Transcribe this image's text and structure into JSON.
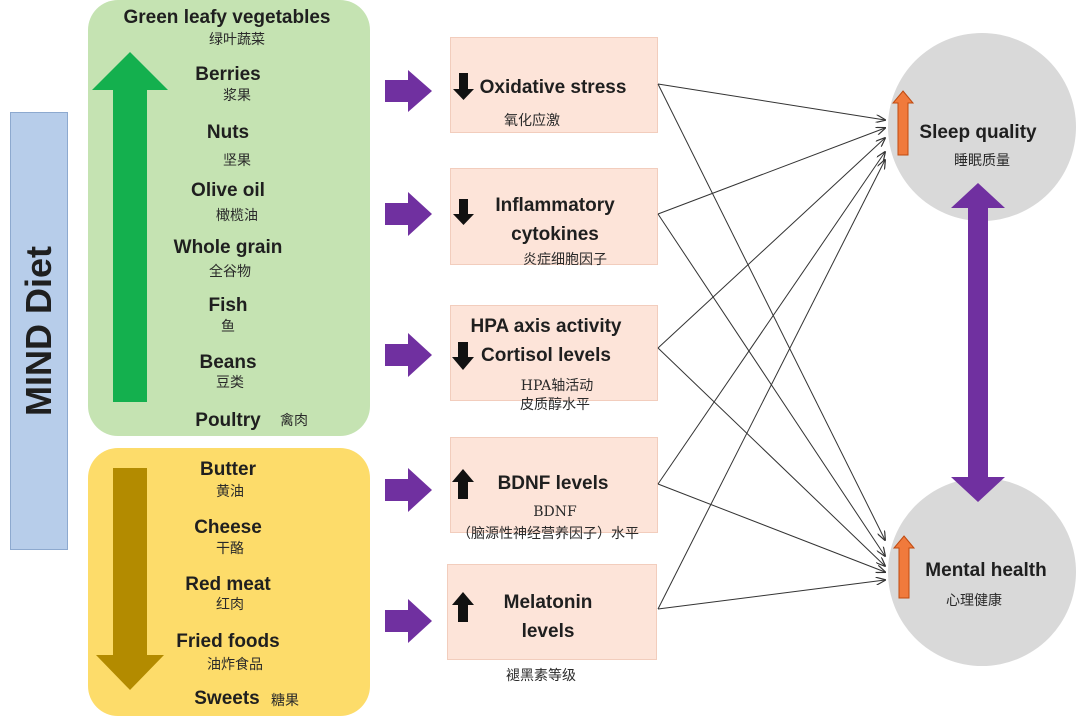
{
  "sidebar": {
    "label": "MIND Diet"
  },
  "foods": {
    "increase": [
      {
        "en": "Green leafy vegetables",
        "zh": "绿叶蔬菜"
      },
      {
        "en": "Berries",
        "zh": "浆果"
      },
      {
        "en": "Nuts",
        "zh": "坚果"
      },
      {
        "en": "Olive oil",
        "zh": "橄榄油"
      },
      {
        "en": "Whole grain",
        "zh": "全谷物"
      },
      {
        "en": "Fish",
        "zh": "鱼"
      },
      {
        "en": "Beans",
        "zh": "豆类"
      },
      {
        "en": "Poultry",
        "zh": "禽肉"
      }
    ],
    "decrease": [
      {
        "en": "Butter",
        "zh": "黄油"
      },
      {
        "en": "Cheese",
        "zh": "干酪"
      },
      {
        "en": "Red meat",
        "zh": "红肉"
      },
      {
        "en": "Fried foods",
        "zh": "油炸食品"
      },
      {
        "en": "Sweets",
        "zh": "糖果"
      }
    ]
  },
  "mechanisms": [
    {
      "direction": "down",
      "lines_en": [
        "Oxidative stress"
      ],
      "lines_zh": [
        "氧化应激"
      ]
    },
    {
      "direction": "down",
      "lines_en": [
        "Inflammatory",
        "cytokines"
      ],
      "lines_zh": [
        "炎症细胞因子"
      ]
    },
    {
      "direction": "down",
      "lines_en": [
        "HPA axis activity",
        "Cortisol levels"
      ],
      "lines_zh": [
        "HPA轴活动",
        "皮质醇水平"
      ]
    },
    {
      "direction": "up",
      "lines_en": [
        "BDNF levels"
      ],
      "lines_zh": [
        "BDNF",
        "（脑源性神经营养因子）水平"
      ]
    },
    {
      "direction": "up",
      "lines_en": [
        "Melatonin",
        "levels"
      ],
      "lines_zh": [
        "褪黑素等级"
      ]
    }
  ],
  "outcomes": {
    "sleep": {
      "en": "Sleep quality",
      "zh": "睡眠质量"
    },
    "mental": {
      "en": "Mental health",
      "zh": "心理健康"
    }
  },
  "colors": {
    "increase_panel": "#c5e3b2",
    "increase_arrow": "#14b04e",
    "decrease_panel": "#fddc6a",
    "decrease_arrow": "#b38b00",
    "flow_arrow": "#7030a0",
    "mechanism_box": "#fde4d9",
    "outcome_circle": "#d9d9d9",
    "up_arrow_orange": "#f07a3c"
  }
}
